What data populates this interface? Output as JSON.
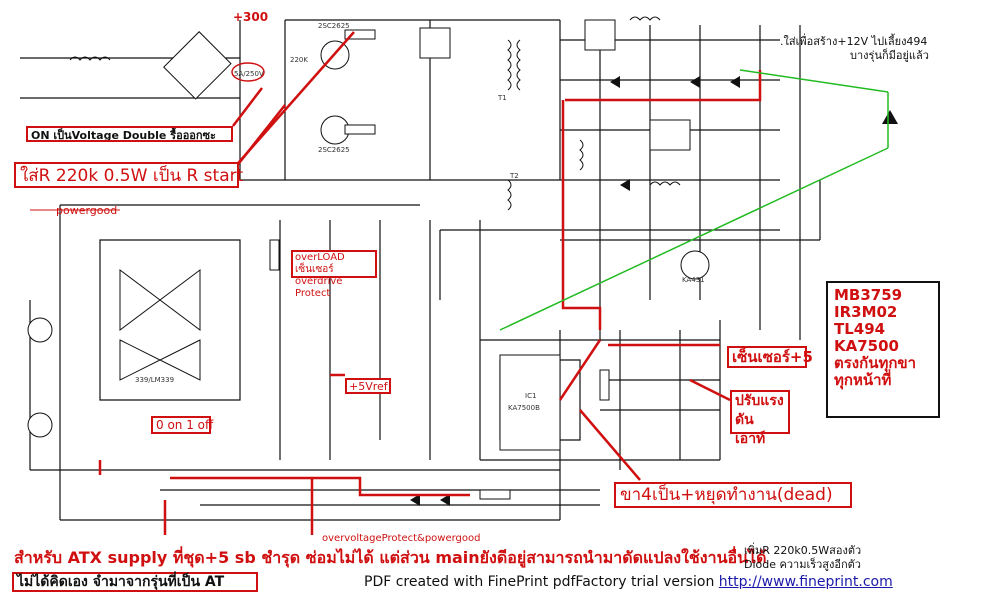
{
  "annotations": {
    "plus300": "+300",
    "on_voltage_double": "ON เป็นVoltage Double รื้อออกซะ",
    "r_start": "ใส่R 220k 0.5W เป็น R start",
    "powergood": "powergood",
    "overload_line1": "overLOAD เซ็นเซอร์",
    "overload_line2": "overdrive Protect",
    "plus5vref": "+5Vref",
    "zero_on_one_off": "0 on 1 off",
    "sensor_plus5": "เซ็นเซอร์+5",
    "adjust_out_line1": "ปรับแรงดัน",
    "adjust_out_line2": "เอาท์",
    "pin4_dead": "ขา4เป็น+หยุดทำงาน(dead)",
    "overvoltage_powergood": "overvoltageProtect&powergood",
    "top_right_note_line1": ".ใส่เพื่อสร้าง+12V ไปเลี้ยง494",
    "top_right_note_line2": "บางรุ่นก็มีอยู่แล้ว",
    "bottom_note": "สำหรับ ATX supply ที่ชุด+5 sb ชำรุด ซ่อมไม่ได้ แต่ส่วน mainยังดีอยู่สามารถนำมาดัดแปลงใช้งานอื่นได้",
    "not_mine": "ไม่ได้คิดเอง  จำมาจากรุ่นที่เป็น AT",
    "right_bottom_note_line1": "เพิ่มR 220k0.5Wสองตัว",
    "right_bottom_note_line2": "Diode ความเร็วสูงอีกตัว",
    "pdf_created": "PDF created with FinePrint pdfFactory trial version",
    "pdf_url": "http://www.fineprint.com"
  },
  "chip_list": {
    "chips": [
      "MB3759",
      "IR3M02",
      "TL494",
      "KA7500"
    ],
    "note_line1": "ตรงกันทุกขา",
    "note_line2": "ทุกหน้าที่"
  },
  "component_labels": {
    "ic1": "IC1",
    "ka7500": "KA7500B",
    "q1": "2SC2625",
    "q2": "2SC2625",
    "t1": "T1",
    "t2": "T2",
    "ic3": "339/LM339",
    "ka431": "KA431",
    "r220k": "220K",
    "fuse": "5A/250V"
  },
  "colors": {
    "annotation_red": "#d01010",
    "wire_black": "#111111",
    "green_line": "#22bb22",
    "link_blue": "#1a1aaa"
  }
}
